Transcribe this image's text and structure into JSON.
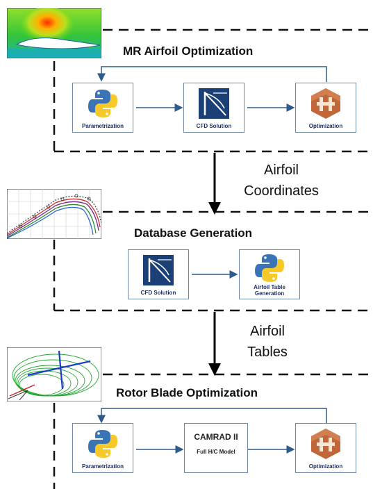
{
  "sections": {
    "airfoil": {
      "title": "MR Airfoil Optimization",
      "boxes": [
        "Parametrization",
        "CFD Solution",
        "Optimization"
      ]
    },
    "database": {
      "title": "Database Generation",
      "boxes": [
        "CFD Solution",
        "Airfoil Table Generation"
      ]
    },
    "rotor": {
      "title": "Rotor Blade Optimization",
      "boxes": [
        "Parametrization",
        "Optimization"
      ],
      "camrad_title": "CAMRAD II",
      "camrad_sub": "Full H/C Model"
    }
  },
  "transitions": {
    "first": [
      "Airfoil",
      "Coordinates"
    ],
    "second": [
      "Airfoil",
      "Tables"
    ]
  },
  "colors": {
    "dash": "#111111",
    "arrow": "#2f5b8c",
    "box_border": "#6d87a8",
    "cfd_blue": "#1b3f77",
    "python_blue": "#3a74b4",
    "python_yellow": "#f7c928",
    "opt_orange": "#c0673a"
  },
  "icons": [
    "python-icon",
    "cfd-logo-icon",
    "optimization-logo-icon",
    "airfoil-contour-thumbnail",
    "polar-plot-thumbnail",
    "rotor-wake-thumbnail"
  ]
}
